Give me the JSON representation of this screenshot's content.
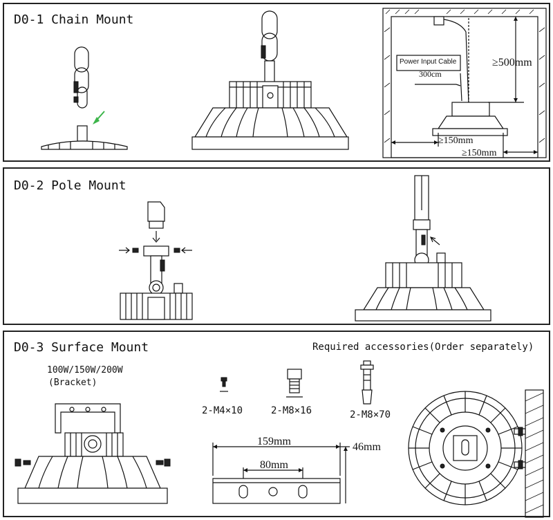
{
  "sections": {
    "chain": {
      "title": "D0-1 Chain Mount",
      "cable_label": "Power Input Cable",
      "cable_length": "300cm",
      "dim_height": "≥500mm",
      "dim_side_1": "≥150mm",
      "dim_side_2": "≥150mm"
    },
    "pole": {
      "title": "D0-2 Pole Mount"
    },
    "surface": {
      "title": "D0-3 Surface Mount",
      "accessories_heading": "Required accessories(Order separately)",
      "wattage": "100W/150W/200W",
      "bracket_note": "(Bracket)",
      "screws": [
        {
          "label": "2-M4×10"
        },
        {
          "label": "2-M8×16"
        },
        {
          "label": "2-M8×70"
        }
      ],
      "bracket_length": "159mm",
      "bracket_height": "46mm",
      "hole_spacing": "80mm"
    }
  },
  "colors": {
    "arrow_accent": "#3cb54a",
    "line": "#111111"
  }
}
